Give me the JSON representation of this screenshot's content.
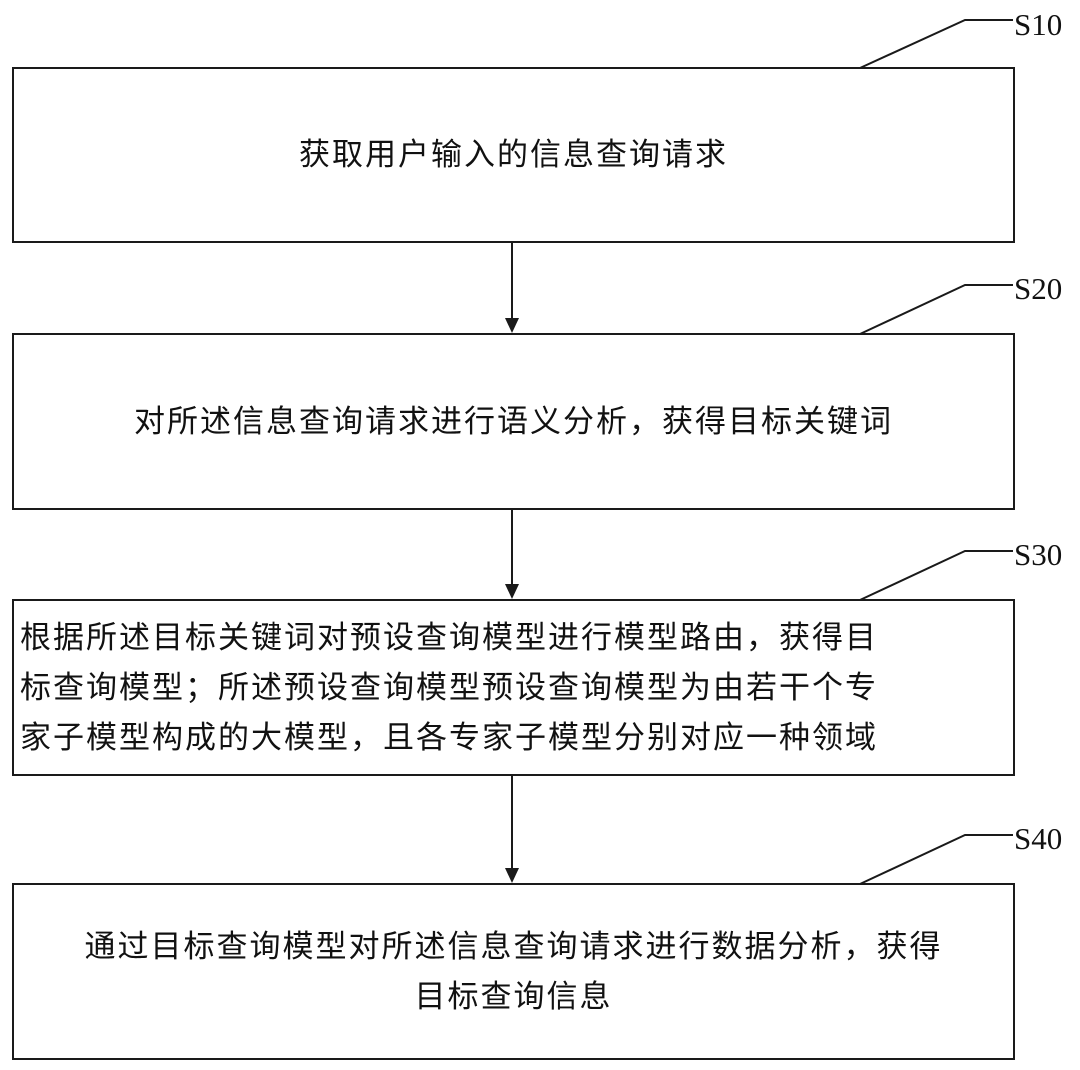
{
  "steps": [
    {
      "id": "S10",
      "lines": [
        "获取用户输入的信息查询请求"
      ]
    },
    {
      "id": "S20",
      "lines": [
        "对所述信息查询请求进行语义分析，获得目标关键词"
      ]
    },
    {
      "id": "S30",
      "lines": [
        "根据所述目标关键词对预设查询模型进行模型路由，获得目",
        "标查询模型；所述预设查询模型预设查询模型为由若干个专",
        "家子模型构成的大模型，且各专家子模型分别对应一种领域"
      ]
    },
    {
      "id": "S40",
      "lines": [
        "通过目标查询模型对所述信息查询请求进行数据分析，获得",
        "目标查询信息"
      ]
    }
  ],
  "colors": {
    "line": "#1a1a1a",
    "text": "#111111",
    "background": "#ffffff"
  }
}
